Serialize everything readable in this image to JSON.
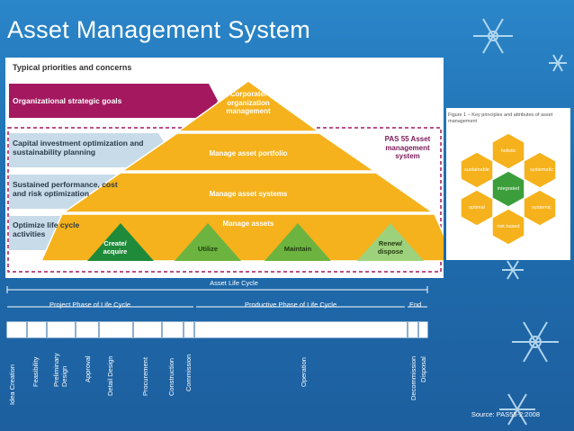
{
  "header": {
    "title": "Asset Management System"
  },
  "main_figure": {
    "priorities_heading": "Typical priorities and concerns",
    "arrows": [
      {
        "text": "Organizational strategic goals",
        "color": "#a3185e"
      },
      {
        "text": "Capital investment optimization and sustainability planning",
        "color": "#c8dbe9"
      },
      {
        "text": "Sustained performance, cost and risk optimization",
        "color": "#c8dbe9"
      },
      {
        "text": "Optimize life cycle activities",
        "color": "#c8dbe9"
      }
    ],
    "pyramid": {
      "corporate": "Corporate/ organization management",
      "portfolio": "Manage asset portfolio",
      "systems": "Manage asset systems",
      "assets": "Manage assets",
      "lifecycle": [
        "Create/ acquire",
        "Utilize",
        "Maintain",
        "Renew/ dispose"
      ],
      "color": "#f5b21c"
    },
    "pas_label": "PAS 55 Asset management system"
  },
  "side_figure": {
    "caption": "Figure 1 – Key principles and attributes of asset management",
    "center": "integrated",
    "attributes": [
      "holistic",
      "systematic",
      "systemic",
      "risk based",
      "optimal",
      "sustainable"
    ]
  },
  "lifecycle": {
    "top_label": "Asset Life Cycle",
    "phases": [
      "Project Phase of Life Cycle",
      "Productive Phase of Life Cycle",
      "End"
    ],
    "stages": [
      "Idea Creation",
      "Feasibility",
      "Preliminary Design",
      "Approval",
      "Detail Design",
      "Procurement",
      "Construction",
      "Commission",
      "Operation",
      "Decommission",
      "Disposal"
    ]
  },
  "footer": {
    "source": "Source: PAS55-2:2008"
  }
}
